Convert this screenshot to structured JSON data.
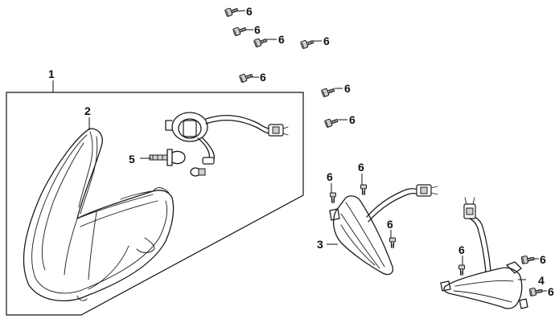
{
  "callouts": {
    "c1": "1",
    "c2": "2",
    "c3": "3",
    "c4": "4",
    "c5": "5",
    "c6": "6"
  },
  "colors": {
    "line": "#1a1a1a",
    "fill_grey": "#cfcfcf",
    "background": "#ffffff"
  },
  "icons": {
    "bolt": "bolt-icon",
    "bulb": "bulb-icon"
  }
}
